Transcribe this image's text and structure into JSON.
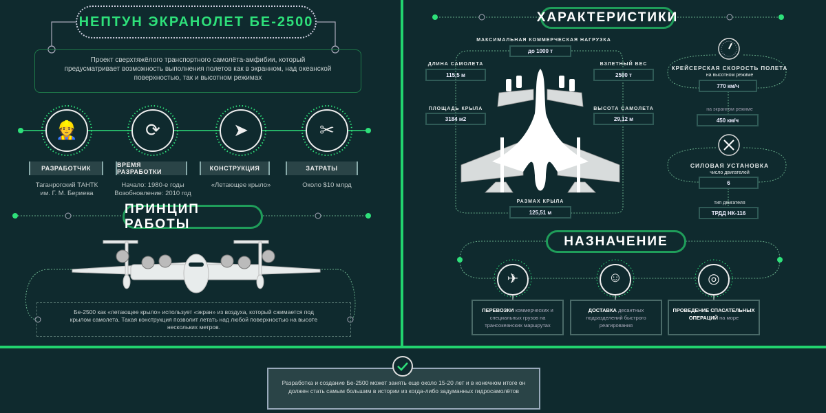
{
  "title": "НЕПТУН ЭКРАНОЛЕТ БЕ-2500",
  "intro": "Проект сверхтяжёлого транспортного самолёта-амфибии, который предусматривает возможность выполнения полетов как в экранном, над океанской поверхностью, так и высотном режимах",
  "facts": [
    {
      "icon": "engineer-icon",
      "label": "РАЗРАБОТЧИК",
      "line1": "Таганрогский ТАНТК",
      "line2": "им. Г. М. Бериева"
    },
    {
      "icon": "clock-gear-icon",
      "label": "ВРЕМЯ РАЗРАБОТКИ",
      "line1": "Начало: 1980-е годы",
      "line2": "Возобновление: 2010 год"
    },
    {
      "icon": "paper-plane-icon",
      "label": "КОНСТРУКЦИЯ",
      "line1": "«Летающее крыло»",
      "line2": ""
    },
    {
      "icon": "scissors-dollar-icon",
      "label": "ЗАТРАТЫ",
      "line1": "Около $10 млрд",
      "line2": ""
    }
  ],
  "principle": {
    "title": "ПРИНЦИП РАБОТЫ",
    "text": "Бе-2500 как «летающее крыло» использует «экран» из воздуха, который сжимается под крылом самолета. Такая конструкция позволит летать над любой поверхностью на высоте нескольких метров."
  },
  "specs": {
    "title": "ХАРАКТЕРИСТИКИ",
    "payload": {
      "label": "МАКСИМАЛЬНАЯ КОММЕРЧЕСКАЯ НАГРУЗКА",
      "value": "до 1000 т"
    },
    "length": {
      "label": "ДЛИНА САМОЛЕТА",
      "value": "115,5 м"
    },
    "wing_area": {
      "label": "ПЛОЩАДЬ КРЫЛА",
      "value": "3184 м2"
    },
    "takeoff_weight": {
      "label": "ВЗЛЕТНЫЙ ВЕС",
      "value": "2500 т"
    },
    "height": {
      "label": "ВЫСОТА САМОЛЕТА",
      "value": "29,12 м"
    },
    "wingspan": {
      "label": "РАЗМАХ КРЫЛА",
      "value": "125,51 м"
    },
    "speed": {
      "label": "КРЕЙСЕРСКАЯ СКОРОСТЬ ПОЛЕТА",
      "mode1": "на высотном режиме",
      "value1": "770 км/ч",
      "mode2": "на экранном режиме",
      "value2": "450 км/ч"
    },
    "power": {
      "label": "СИЛОВАЯ УСТАНОВКА",
      "count_label": "число двигателей",
      "count": "6",
      "type_label": "тип двигателя",
      "type": "ТРДД НК-116"
    }
  },
  "purpose": {
    "title": "НАЗНАЧЕНИЕ",
    "items": [
      {
        "icon": "plane-over-water-icon",
        "bold": "ПЕРЕВОЗКИ",
        "text": "коммерческих и специальных грузов на трансокеанских маршрутах"
      },
      {
        "icon": "soldier-icon",
        "bold": "ДОСТАВКА",
        "text": "десантных подразделений быстрого реагирования"
      },
      {
        "icon": "lifebuoy-icon",
        "bold": "ПРОВЕДЕНИЕ СПАСАТЕЛЬНЫХ ОПЕРАЦИЙ",
        "text": "на море"
      }
    ]
  },
  "conclusion": "Разработка и создание Бе-2500 может занять еще около 15-20 лет и в конечном итоге он должен стать самым большим в истории из когда-либо задуманных гидросамолётов",
  "colors": {
    "background": "#0f2a2e",
    "accent": "#2ee07a"
  }
}
